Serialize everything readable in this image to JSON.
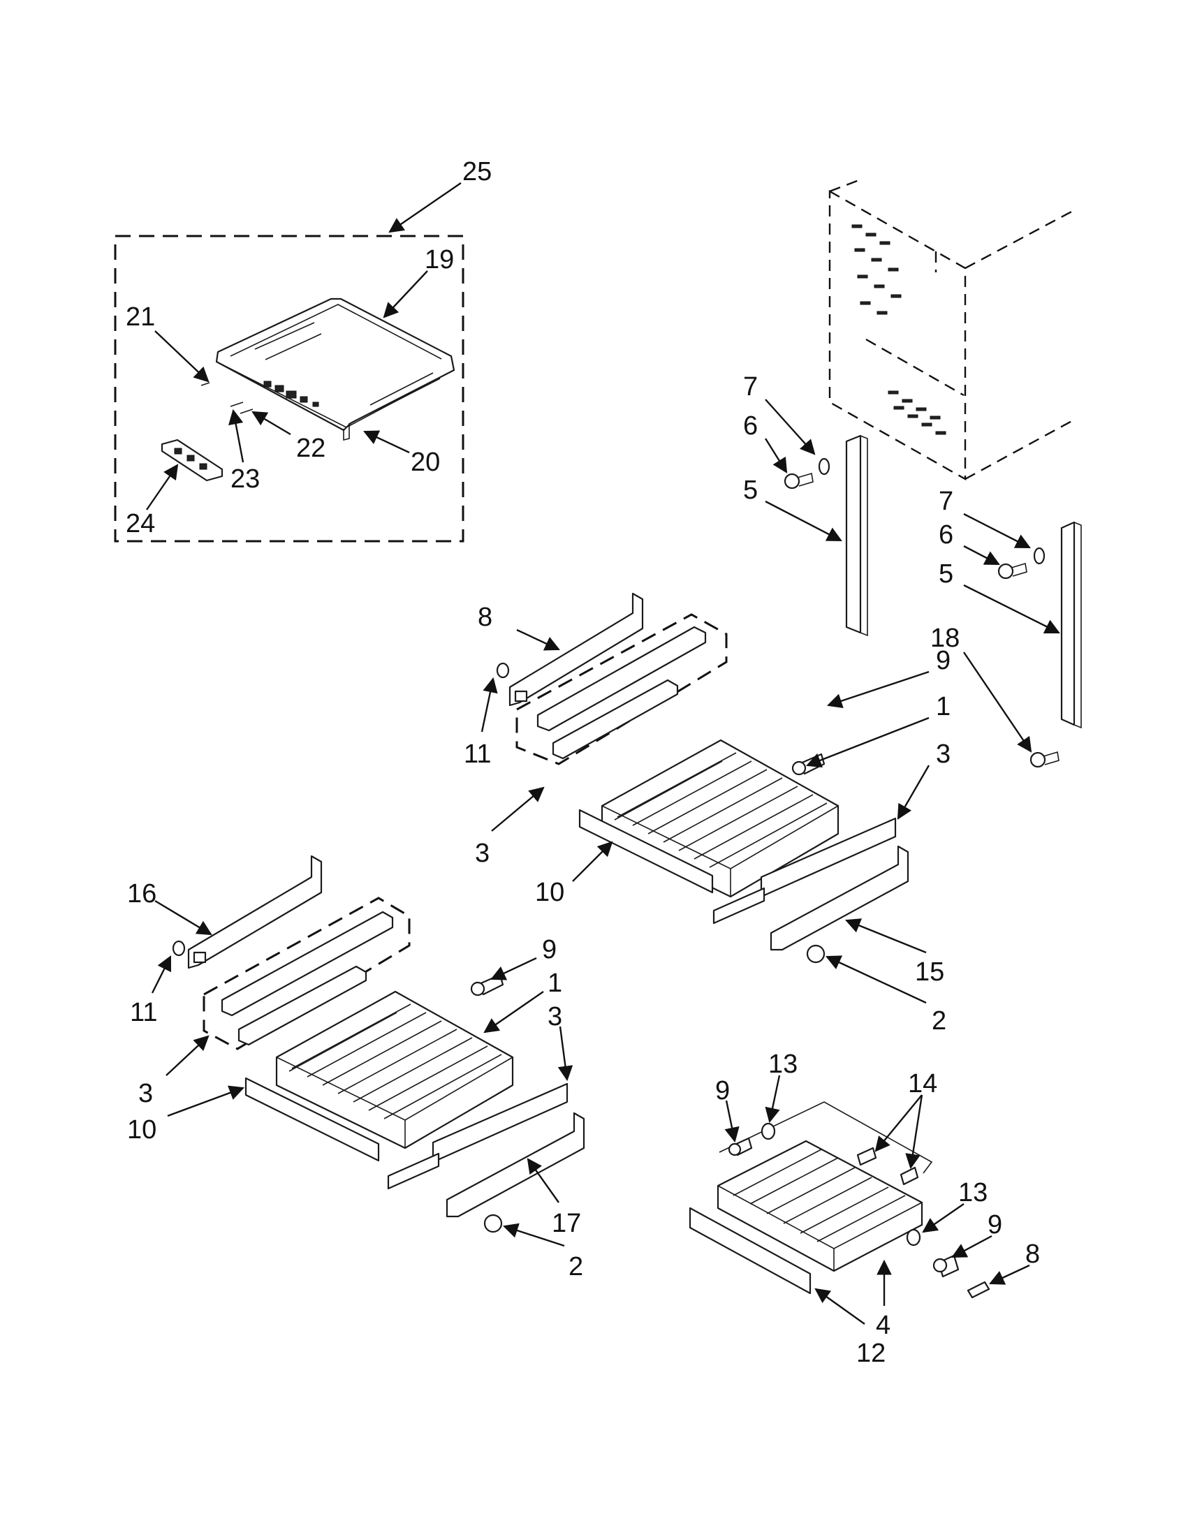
{
  "callouts": [
    {
      "id": "c25",
      "text": "25"
    },
    {
      "id": "c19",
      "text": "19"
    },
    {
      "id": "c21",
      "text": "21"
    },
    {
      "id": "c22",
      "text": "22"
    },
    {
      "id": "c23",
      "text": "23"
    },
    {
      "id": "c20",
      "text": "20"
    },
    {
      "id": "c24",
      "text": "24"
    },
    {
      "id": "c7a",
      "text": "7"
    },
    {
      "id": "c6a",
      "text": "6"
    },
    {
      "id": "c5a",
      "text": "5"
    },
    {
      "id": "c7b",
      "text": "7"
    },
    {
      "id": "c6b",
      "text": "6"
    },
    {
      "id": "c5b",
      "text": "5"
    },
    {
      "id": "c18",
      "text": "18"
    },
    {
      "id": "c8a",
      "text": "8"
    },
    {
      "id": "c11a",
      "text": "11"
    },
    {
      "id": "c9a",
      "text": "9"
    },
    {
      "id": "c1a",
      "text": "1"
    },
    {
      "id": "c3a",
      "text": "3"
    },
    {
      "id": "c3b",
      "text": "3"
    },
    {
      "id": "c10a",
      "text": "10"
    },
    {
      "id": "c15",
      "text": "15"
    },
    {
      "id": "c2a",
      "text": "2"
    },
    {
      "id": "c16",
      "text": "16"
    },
    {
      "id": "c11b",
      "text": "11"
    },
    {
      "id": "c9b",
      "text": "9"
    },
    {
      "id": "c1b",
      "text": "1"
    },
    {
      "id": "c3c",
      "text": "3"
    },
    {
      "id": "c3d",
      "text": "3"
    },
    {
      "id": "c10b",
      "text": "10"
    },
    {
      "id": "c17",
      "text": "17"
    },
    {
      "id": "c2b",
      "text": "2"
    },
    {
      "id": "c9c",
      "text": "9"
    },
    {
      "id": "c13a",
      "text": "13"
    },
    {
      "id": "c14",
      "text": "14"
    },
    {
      "id": "c13b",
      "text": "13"
    },
    {
      "id": "c9d",
      "text": "9"
    },
    {
      "id": "c8b",
      "text": "8"
    },
    {
      "id": "c4",
      "text": "4"
    },
    {
      "id": "c12",
      "text": "12"
    }
  ]
}
